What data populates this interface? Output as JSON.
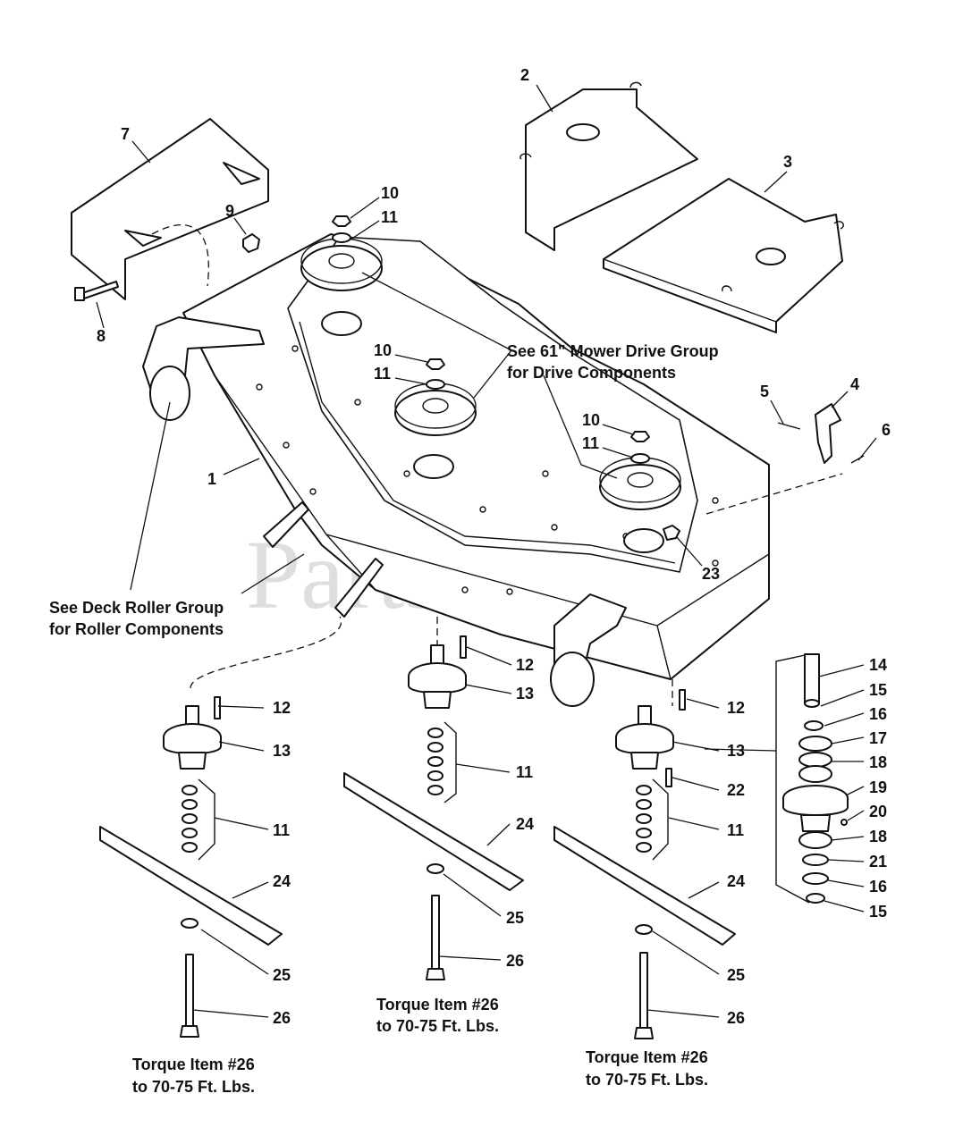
{
  "watermark": "PartsTree",
  "watermark_mark": "™",
  "callouts": [
    {
      "id": "c1",
      "label": "1"
    },
    {
      "id": "c2",
      "label": "2"
    },
    {
      "id": "c3",
      "label": "3"
    },
    {
      "id": "c4",
      "label": "4"
    },
    {
      "id": "c5",
      "label": "5"
    },
    {
      "id": "c6",
      "label": "6"
    },
    {
      "id": "c7",
      "label": "7"
    },
    {
      "id": "c8",
      "label": "8"
    },
    {
      "id": "c9",
      "label": "9"
    },
    {
      "id": "c10a",
      "label": "10"
    },
    {
      "id": "c10b",
      "label": "10"
    },
    {
      "id": "c10c",
      "label": "10"
    },
    {
      "id": "c11a",
      "label": "11"
    },
    {
      "id": "c11b",
      "label": "11"
    },
    {
      "id": "c11c",
      "label": "11"
    },
    {
      "id": "c12a",
      "label": "12"
    },
    {
      "id": "c12b",
      "label": "12"
    },
    {
      "id": "c12c",
      "label": "12"
    },
    {
      "id": "c13a",
      "label": "13"
    },
    {
      "id": "c13b",
      "label": "13"
    },
    {
      "id": "c13c",
      "label": "13"
    },
    {
      "id": "c11d",
      "label": "11"
    },
    {
      "id": "c11e",
      "label": "11"
    },
    {
      "id": "c11f",
      "label": "11"
    },
    {
      "id": "c22",
      "label": "22"
    },
    {
      "id": "c23",
      "label": "23"
    },
    {
      "id": "c24a",
      "label": "24"
    },
    {
      "id": "c24b",
      "label": "24"
    },
    {
      "id": "c24c",
      "label": "24"
    },
    {
      "id": "c25a",
      "label": "25"
    },
    {
      "id": "c25b",
      "label": "25"
    },
    {
      "id": "c25c",
      "label": "25"
    },
    {
      "id": "c26a",
      "label": "26"
    },
    {
      "id": "c26b",
      "label": "26"
    },
    {
      "id": "c26c",
      "label": "26"
    },
    {
      "id": "c14",
      "label": "14"
    },
    {
      "id": "c15a",
      "label": "15"
    },
    {
      "id": "c16a",
      "label": "16"
    },
    {
      "id": "c17",
      "label": "17"
    },
    {
      "id": "c18a",
      "label": "18"
    },
    {
      "id": "c19",
      "label": "19"
    },
    {
      "id": "c20",
      "label": "20"
    },
    {
      "id": "c18b",
      "label": "18"
    },
    {
      "id": "c21",
      "label": "21"
    },
    {
      "id": "c16b",
      "label": "16"
    },
    {
      "id": "c15b",
      "label": "15"
    }
  ],
  "notes": {
    "drive_line1": "See 61\" Mower Drive Group",
    "drive_line2": "for Drive Components",
    "roller_line1": "See Deck Roller Group",
    "roller_line2": "for Roller Components",
    "torque_left_1": "Torque Item #26",
    "torque_left_2": "to 70-75 Ft. Lbs.",
    "torque_mid_1": "Torque Item #26",
    "torque_mid_2": "to 70-75 Ft. Lbs.",
    "torque_right_1": "Torque Item #26",
    "torque_right_2": "to 70-75 Ft. Lbs."
  }
}
